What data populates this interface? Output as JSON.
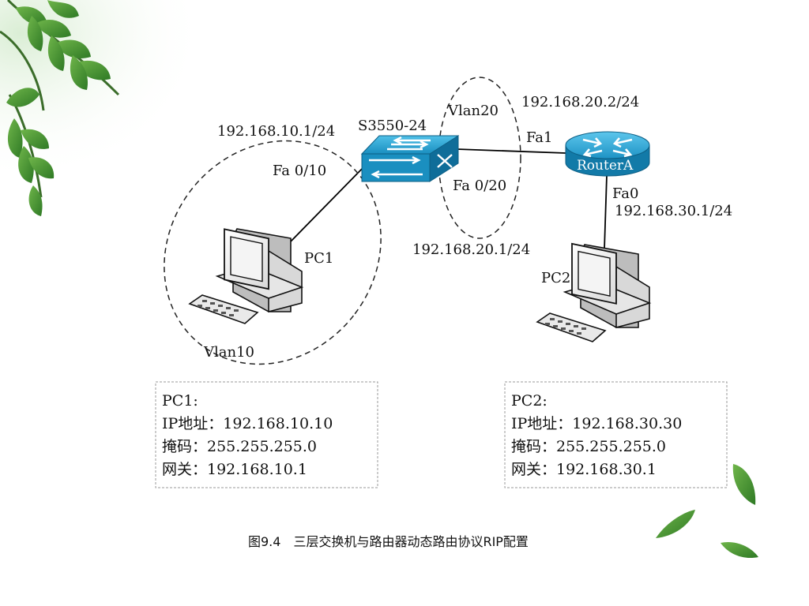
{
  "diagram": {
    "switch": {
      "label": "S3550-24",
      "left_ip": "192.168.10.1/24",
      "left_port": "Fa 0/10",
      "right_port": "Fa 0/20",
      "right_ip": "192.168.20.1/24"
    },
    "router": {
      "label": "RouterA",
      "port_fa1": "Fa1",
      "ip_fa1": "192.168.20.2/24",
      "port_fa0": "Fa0",
      "ip_fa0": "192.168.30.1/24"
    },
    "vlans": {
      "vlan10": "Vlan10",
      "vlan20": "Vlan20"
    },
    "pcs": {
      "pc1": "PC1",
      "pc2": "PC2"
    },
    "info_pc1": [
      "PC1:",
      "IP地址：192.168.10.10",
      "掩码：255.255.255.0",
      "网关：192.168.10.1"
    ],
    "info_pc2": [
      "PC2:",
      "IP地址：192.168.30.30",
      "掩码：255.255.255.0",
      "网关：192.168.30.1"
    ],
    "caption": "图9.4　三层交换机与路由器动态路由协议RIP配置"
  },
  "colors": {
    "device_blue": "#1a8fc0",
    "leaf_green": "#3f8a2e",
    "dash": "#222222"
  }
}
